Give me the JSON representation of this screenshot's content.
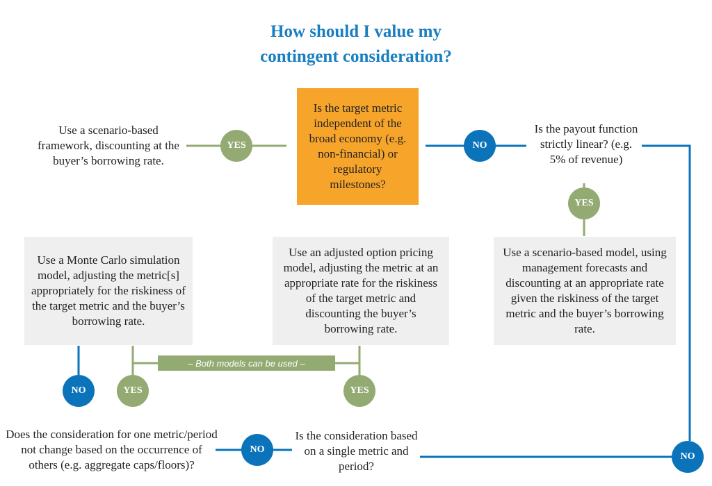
{
  "title": {
    "line1": "How should I value my",
    "line2": "contingent consideration?"
  },
  "nodes": {
    "q_independent": "Is the target metric independent of the broad economy (e.g. non-financial) or regulatory milestones?",
    "scenario_buyer_rate": "Use a scenario-based framework, discounting at the buyer’s borrowing rate.",
    "q_linear": "Is the payout function strictly linear? (e.g. 5% of revenue)",
    "scenario_mgmt": "Use a scenario-based model, using management forecasts and discounting at an appropriate rate given the riskiness of the target metric and the buyer’s borrowing rate.",
    "monte_carlo": "Use a Monte Carlo simulation model, adjusting the metric[s] appropriately for the riskiness of the target metric and the buyer’s borrowing rate.",
    "option_pricing": "Use an adjusted option pricing model, adjusting the metric at an appropriate rate for the riskiness of the target metric and discounting the buyer’s borrowing rate.",
    "q_single_metric": "Is the consideration based on a single metric and period?",
    "q_independent_periods": "Does the consideration for one metric/period not change based on the occurrence of others (e.g. aggregate caps/floors)?"
  },
  "banner": "– Both models can be used –",
  "labels": {
    "yes": "YES",
    "no": "NO"
  },
  "colors": {
    "title": "#1a7fc1",
    "decision_fill": "#f7a52a",
    "box_fill": "#efefef",
    "yes_green": "#93ab72",
    "no_blue": "#0a73b9"
  }
}
